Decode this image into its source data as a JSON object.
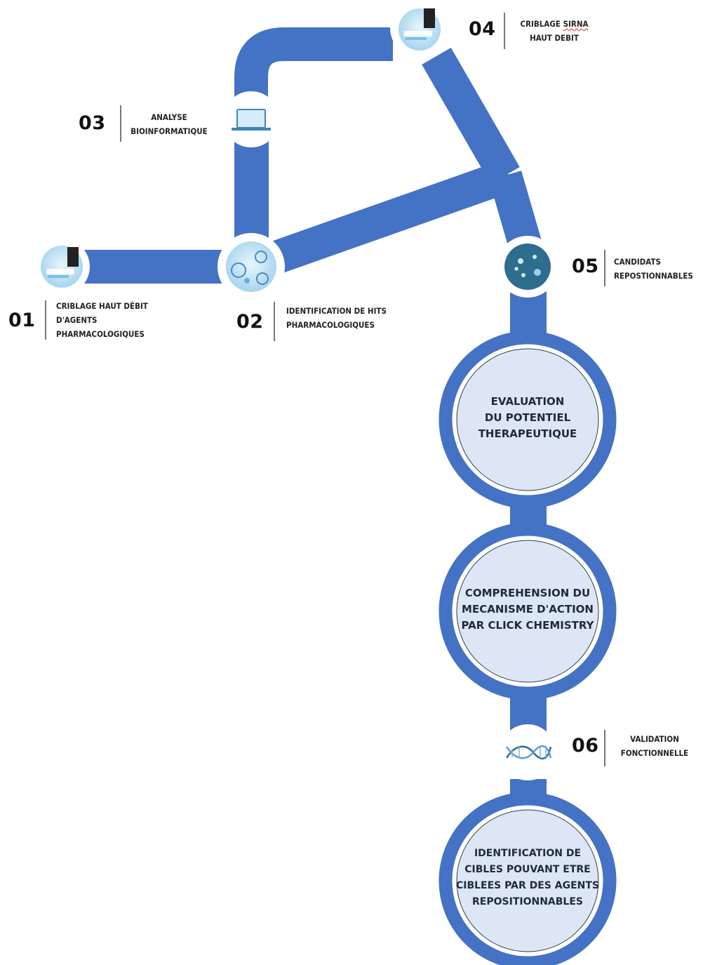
{
  "colors": {
    "path": "#4472c4",
    "circle_fill": "#dde6f5",
    "step5_icon": "#2f6d8f",
    "text": "#222222"
  },
  "steps": [
    {
      "number": "01",
      "label": [
        "CRIBLAGE HAUT DÉBIT",
        "D'AGENTS",
        "PHARMACOLOGIQUES"
      ],
      "icon": "microscope-slide-icon"
    },
    {
      "number": "02",
      "label": [
        "IDENTIFICATION DE HITS",
        "PHARMACOLOGIQUES"
      ],
      "icon": "petri-cells-icon"
    },
    {
      "number": "03",
      "label": [
        "ANALYSE",
        "BIOINFORMATIQUE"
      ],
      "icon": "laptop-icon"
    },
    {
      "number": "04",
      "label": [
        "CRIBLAGE siRNA",
        "HAUT DEBIT"
      ],
      "icon": "microscope-slide-icon"
    },
    {
      "number": "05",
      "label": [
        "CANDIDATS",
        "REPOSTIONNABLES"
      ],
      "icon": "cells-icon"
    },
    {
      "number": "06",
      "label": [
        "VALIDATION",
        "FONCTIONNELLE"
      ],
      "icon": "dna-helix-icon"
    }
  ],
  "circles": [
    {
      "lines": [
        "EVALUATION",
        "DU POTENTIEL",
        "THERAPEUTIQUE"
      ]
    },
    {
      "lines": [
        "COMPREHENSION DU",
        "MECANISME D'ACTION",
        "PAR CLICK CHEMISTRY"
      ]
    },
    {
      "lines": [
        "IDENTIFICATION DE",
        "CIBLES POUVANT ETRE",
        "CIBLEES PAR DES AGENTS",
        "REPOSITIONNABLES"
      ]
    }
  ]
}
